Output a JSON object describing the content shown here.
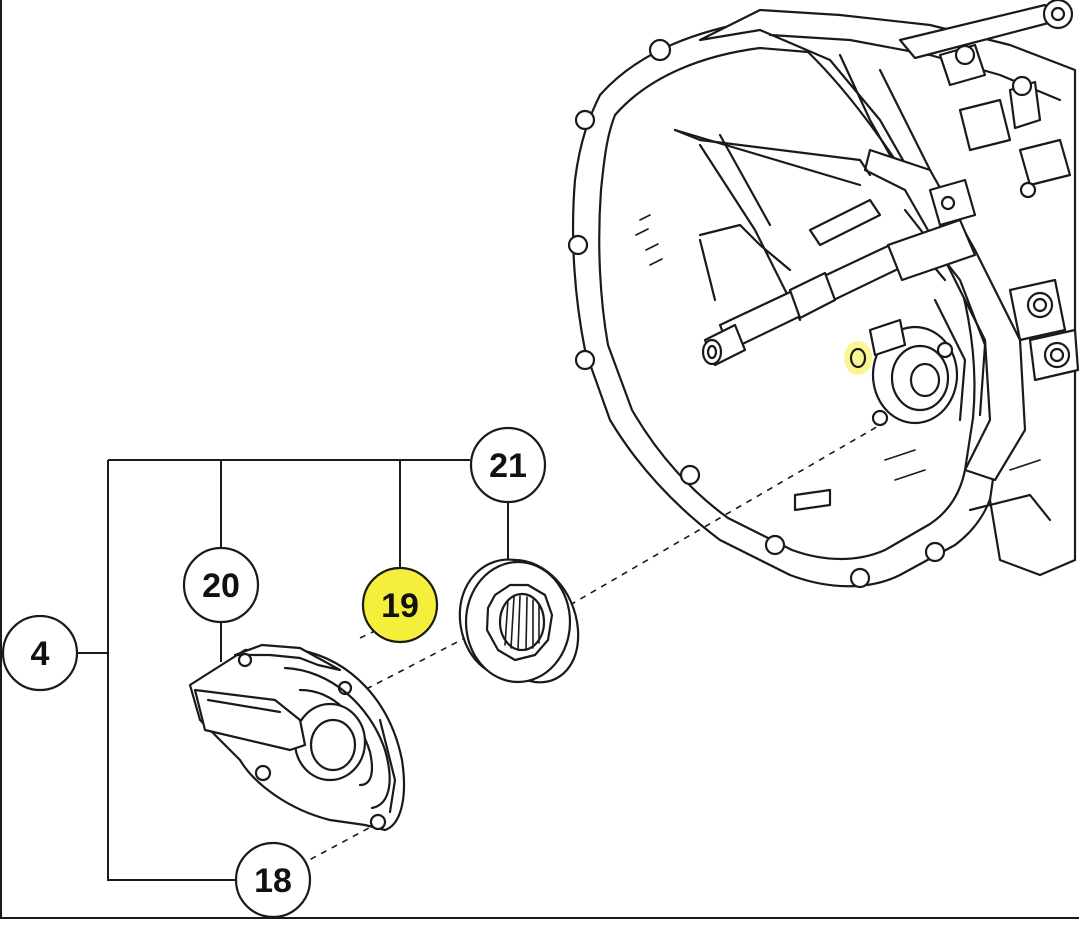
{
  "callouts": {
    "c4": {
      "label": "4",
      "highlighted": false
    },
    "c18": {
      "label": "18",
      "highlighted": false
    },
    "c19": {
      "label": "19",
      "highlighted": true
    },
    "c20": {
      "label": "20",
      "highlighted": false
    },
    "c21": {
      "label": "21",
      "highlighted": false
    }
  },
  "colors": {
    "line": "#1a1a1a",
    "highlight": "#f4ef3a",
    "background": "#ffffff"
  }
}
